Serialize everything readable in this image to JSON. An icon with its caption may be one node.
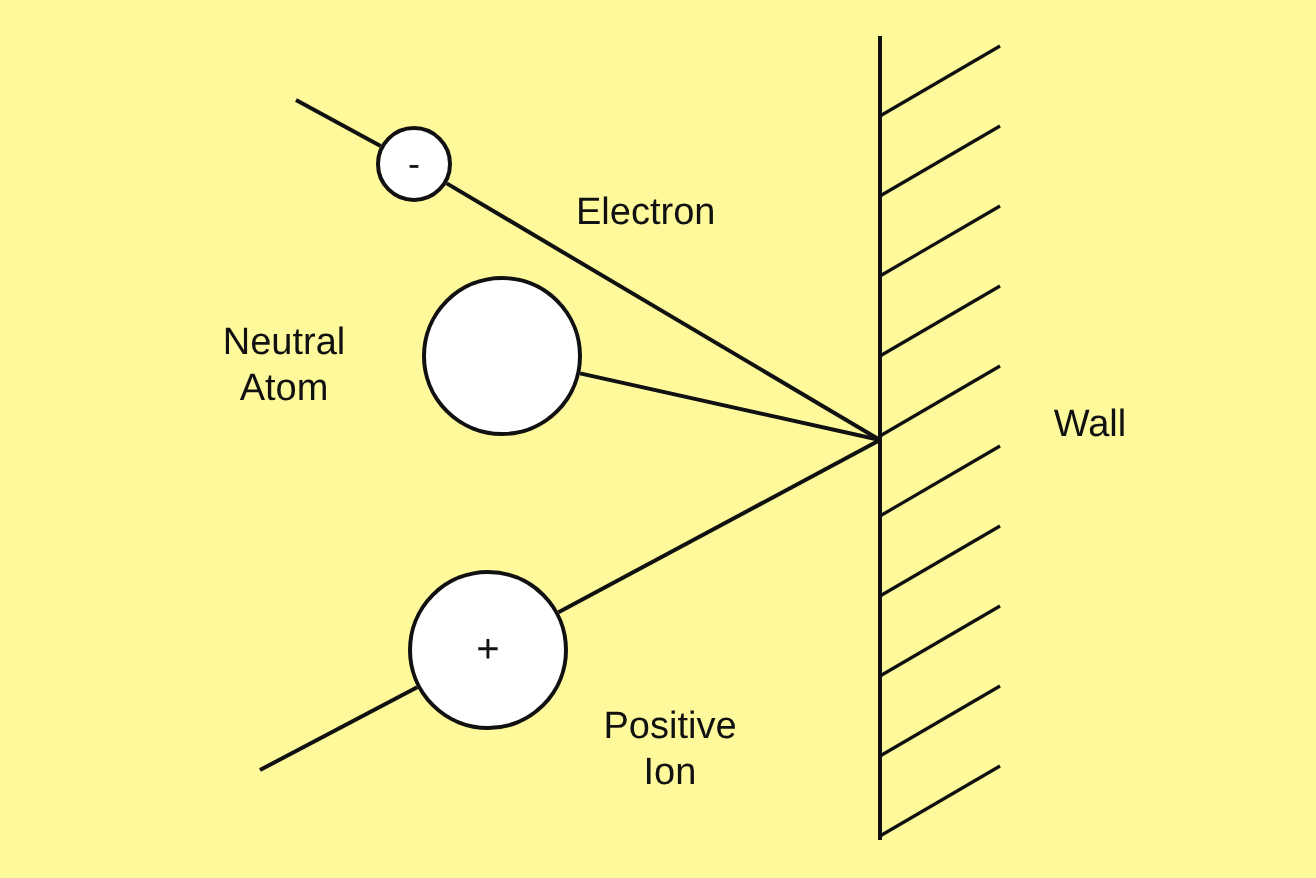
{
  "diagram": {
    "nodes": [
      {
        "text": [
          "-"
        ]
      },
      {
        "text": [],
        "shape": "circle",
        "beside": [
          "Neutral Atom"
        ]
      },
      {
        "text": [
          "+"
        ],
        "beside": [
          "Positive Ion"
        ]
      },
      {
        "text": [],
        "shape": "bar",
        "beside": [
          "Wall"
        ]
      }
    ],
    "edges": [
      {
        "from": null,
        "to": 0,
        "arrow": "none"
      },
      {
        "from": 0,
        "to": 3,
        "arrow": "none"
      },
      {
        "from": 1,
        "to": 3,
        "arrow": "none"
      },
      {
        "from": null,
        "to": 2,
        "arrow": "none"
      },
      {
        "from": 2,
        "to": 3,
        "arrow": "none"
      }
    ],
    "labels": [
      "Electron"
    ]
  }
}
